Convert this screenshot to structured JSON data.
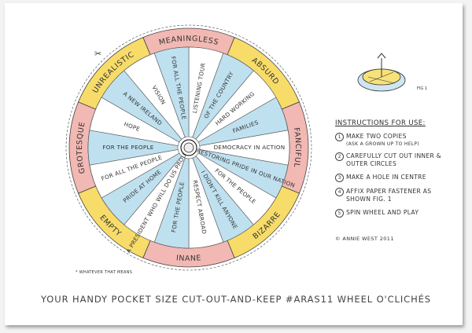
{
  "outer_segments": [
    "MEANINGLESS",
    "ABSURD",
    "FANCIFUL",
    "BIZARRE",
    "INANE",
    "EMPTY",
    "GROTESQUE",
    "UNREALISTIC"
  ],
  "outer_colors": [
    "#f2b8b3",
    "#f7dc6a"
  ],
  "inner_segments": [
    "LISTENING TOUR",
    "OF THE COUNTRY",
    "HARD WORKING",
    "FAMILIES",
    "DEMOCRACY IN ACTION",
    "RESTORING PRIDE IN OUR NATION",
    "FOR THE PEOPLE",
    "I DIDN'T KILL ANYONE",
    "RESPECT ABROAD",
    "FOR THE PEOPLE",
    "A PRESIDENT WHO WILL DO US PROUD*",
    "PRIDE AT HOME",
    "FOR ALL THE PEOPLE",
    "FOR THE PEOPLE",
    "HOPE",
    "A NEW IRELAND",
    "VISION",
    "FOR ALL THE PEOPLE"
  ],
  "inner_colors": [
    "#ffffff",
    "#bfe0ef"
  ],
  "instructions": {
    "title": "INSTRUCTIONS FOR USE:",
    "steps": [
      {
        "num": "1",
        "text": "MAKE TWO COPIES",
        "note": "(ASK A GROWN UP TO HELP)"
      },
      {
        "num": "2",
        "text": "CAREFULLY CUT OUT INNER & OUTER CIRCLES",
        "note": ""
      },
      {
        "num": "3",
        "text": "MAKE A HOLE IN CENTRE",
        "note": ""
      },
      {
        "num": "4",
        "text": "AFFIX PAPER FASTENER AS SHOWN FIG. 1",
        "note": ""
      },
      {
        "num": "5",
        "text": "SPIN WHEEL AND PLAY",
        "note": ""
      }
    ]
  },
  "fig_label": "FIG 1",
  "credit": "© ANNIE WEST 2011",
  "footnote": "* WHATEVER THAT MEANS",
  "caption": "YOUR HANDY POCKET SIZE CUT-OUT-AND-KEEP #ARAS11 WHEEL O'CLICHÉS"
}
